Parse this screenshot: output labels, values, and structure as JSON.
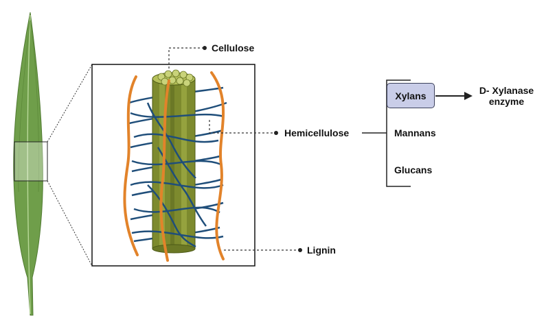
{
  "labels": {
    "cellulose": "Cellulose",
    "hemicellulose": "Hemicellulose",
    "lignin": "Lignin",
    "xylans": "Xylans",
    "mannans": "Mannans",
    "glucans": "Glucans",
    "enzyme_line1": "D- Xylanase",
    "enzyme_line2": "enzyme"
  },
  "colors": {
    "leaf": "#6f9e4a",
    "leaf_highlight": "#9cc47a",
    "cellulose_fiber": "#7d8a2e",
    "cellulose_top": "#c9d37a",
    "hemicellulose_strand": "#1f4e7a",
    "lignin_strand": "#e2832a",
    "xylans_box": "#c9cde8"
  },
  "icons": [
    "leaf-illustration",
    "lignocellulose-structure",
    "arrow-right-icon"
  ]
}
